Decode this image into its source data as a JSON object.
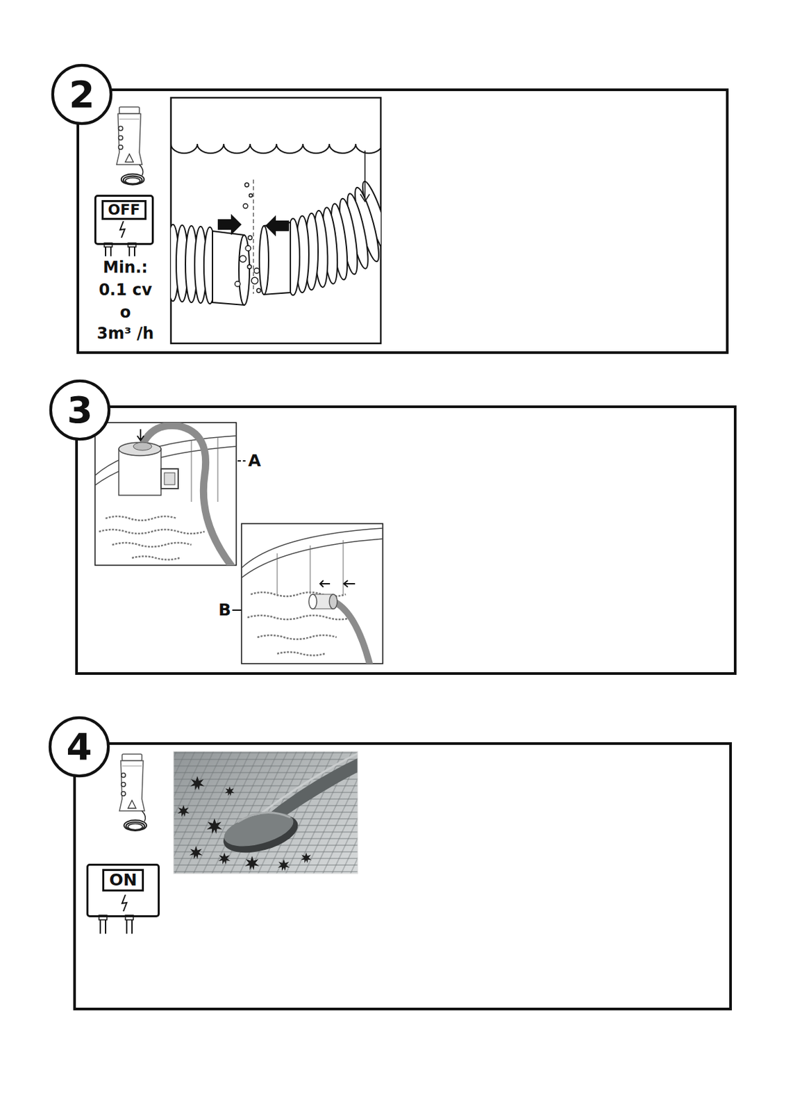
{
  "diagram": {
    "nodes": [
      {
        "text": [
          "2"
        ]
      },
      {
        "text": [
          "OFF"
        ]
      },
      {
        "text": [
          "3"
        ]
      },
      {
        "text": [
          "4"
        ]
      },
      {
        "text": [
          "ON"
        ]
      }
    ],
    "labels": [
      "Min.:",
      "0.1 cv",
      "o",
      "3m³ /h",
      "A",
      "B"
    ]
  }
}
